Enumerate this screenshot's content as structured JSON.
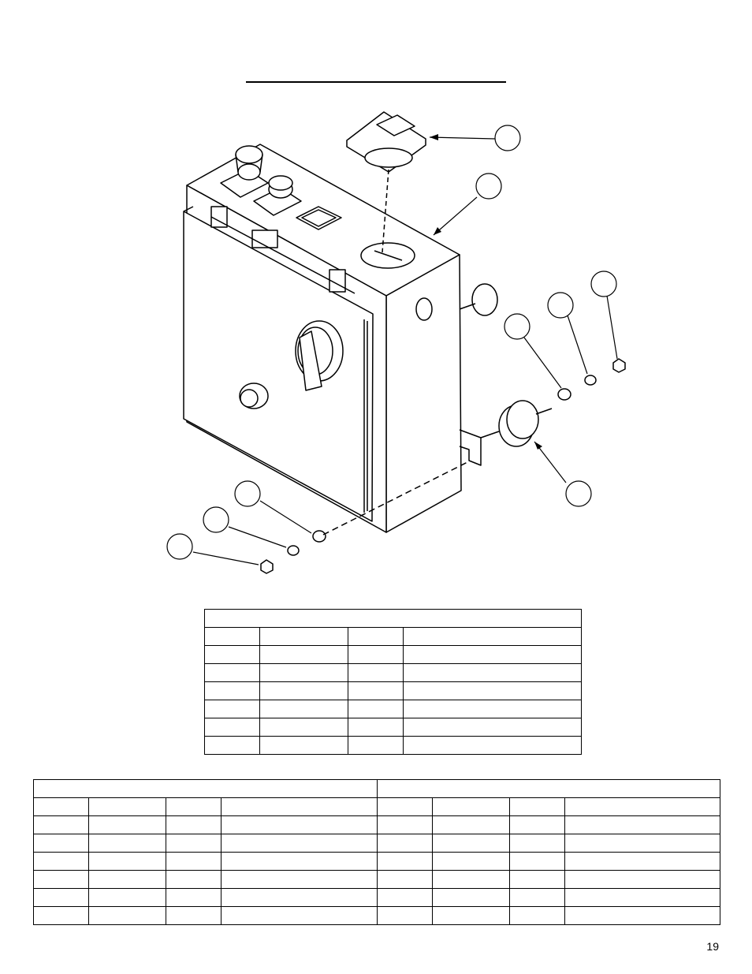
{
  "page": {
    "title": "",
    "page_number": "19"
  },
  "callouts": [
    {
      "id": "cover-cap",
      "label": ""
    },
    {
      "id": "enclosure",
      "label": ""
    },
    {
      "id": "washer-right",
      "label": ""
    },
    {
      "id": "lockwasher-right",
      "label": ""
    },
    {
      "id": "nut-right",
      "label": ""
    },
    {
      "id": "isolator-mount",
      "label": ""
    },
    {
      "id": "washer-left",
      "label": ""
    },
    {
      "id": "lockwasher-left",
      "label": ""
    },
    {
      "id": "nut-left",
      "label": ""
    }
  ],
  "top_table": {
    "title": "",
    "headers": [
      "",
      "",
      "",
      ""
    ],
    "rows": [
      [
        "",
        "",
        "",
        ""
      ],
      [
        "",
        "",
        "",
        ""
      ],
      [
        "",
        "",
        "",
        ""
      ],
      [
        "",
        "",
        "",
        ""
      ],
      [
        "",
        "",
        "",
        ""
      ],
      [
        "",
        "",
        "",
        ""
      ]
    ]
  },
  "bottom_table": {
    "left_title": "",
    "right_title": "",
    "headers": [
      "",
      "",
      "",
      "",
      "",
      "",
      "",
      ""
    ],
    "rows": [
      [
        "",
        "",
        "",
        "",
        "",
        "",
        "",
        ""
      ],
      [
        "",
        "",
        "",
        "",
        "",
        "",
        "",
        ""
      ],
      [
        "",
        "",
        "",
        "",
        "",
        "",
        "",
        ""
      ],
      [
        "",
        "",
        "",
        "",
        "",
        "",
        "",
        ""
      ],
      [
        "",
        "",
        "",
        "",
        "",
        "",
        "",
        ""
      ],
      [
        "",
        "",
        "",
        "",
        "",
        "",
        "",
        ""
      ]
    ]
  }
}
